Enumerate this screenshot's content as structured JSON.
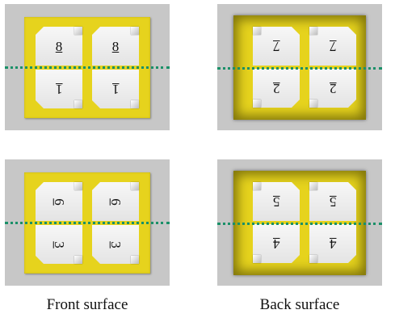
{
  "captions": {
    "front": "Front surface",
    "back": "Back surface"
  },
  "panels": {
    "front_top": {
      "top_num": "8",
      "bottom_num": "1"
    },
    "back_top": {
      "top_num": "7",
      "bottom_num": "2"
    },
    "front_bottom": {
      "top_num": "6",
      "bottom_num": "3"
    },
    "back_bottom": {
      "top_num": "5",
      "bottom_num": "4"
    }
  },
  "colors": {
    "panel": "#c7c7c7",
    "sheet": "#e6d31d",
    "fold_line": "#1a9068"
  }
}
